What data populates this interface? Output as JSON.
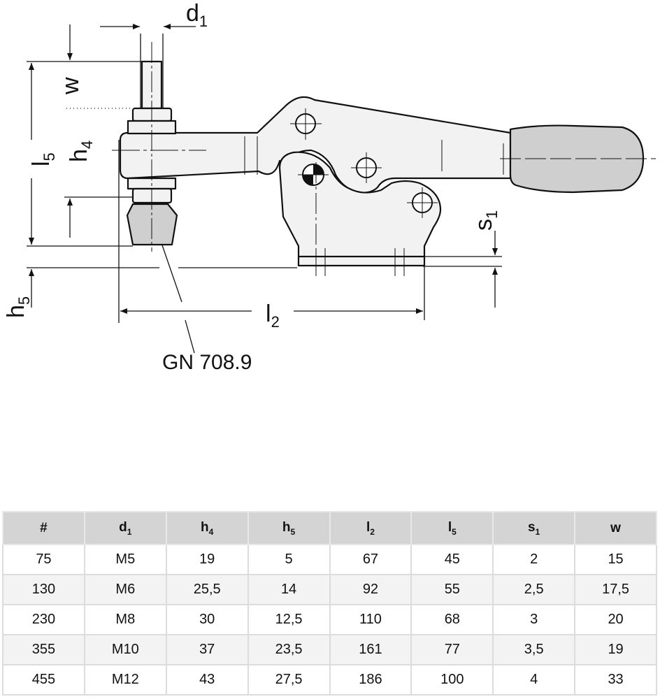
{
  "drawing": {
    "labels": {
      "d": "d",
      "d_sub": "1",
      "w": "w",
      "l5": "l",
      "l5_sub": "5",
      "h4": "h",
      "h4_sub": "4",
      "h5": "h",
      "h5_sub": "5",
      "l2": "l",
      "l2_sub": "2",
      "s1": "s",
      "s1_sub": "1",
      "part_ref": "GN 708.9"
    },
    "colors": {
      "line": "#111111",
      "body": "#f2f2f2",
      "rubber": "#cfcfcf"
    }
  },
  "table": {
    "headers": [
      {
        "main": "#",
        "sub": ""
      },
      {
        "main": "d",
        "sub": "1"
      },
      {
        "main": "h",
        "sub": "4"
      },
      {
        "main": "h",
        "sub": "5"
      },
      {
        "main": "l",
        "sub": "2"
      },
      {
        "main": "l",
        "sub": "5"
      },
      {
        "main": "s",
        "sub": "1"
      },
      {
        "main": "w",
        "sub": ""
      }
    ],
    "rows": [
      [
        "75",
        "M5",
        "19",
        "5",
        "67",
        "45",
        "2",
        "15"
      ],
      [
        "130",
        "M6",
        "25,5",
        "14",
        "92",
        "55",
        "2,5",
        "17,5"
      ],
      [
        "230",
        "M8",
        "30",
        "12,5",
        "110",
        "68",
        "3",
        "20"
      ],
      [
        "355",
        "M10",
        "37",
        "23,5",
        "161",
        "77",
        "3,5",
        "19"
      ],
      [
        "455",
        "M12",
        "43",
        "27,5",
        "186",
        "100",
        "4",
        "33"
      ]
    ]
  }
}
